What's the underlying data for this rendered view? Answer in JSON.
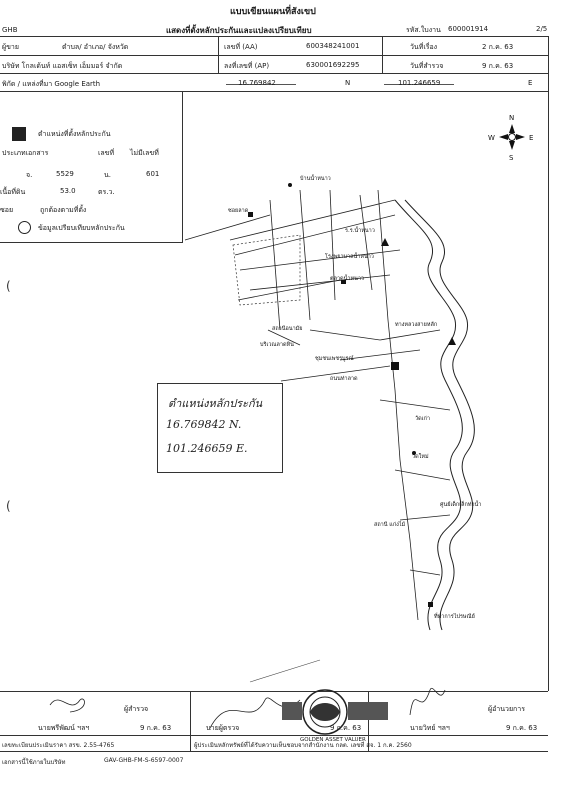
{
  "header": {
    "form_title": "แบบเขียนแผนที่สังเขป",
    "form_subtitle": "แสดงที่ตั้งหลักประกันและแปลงเปรียบเทียบ",
    "form_code_left": "GHB",
    "ref_label": "รหัส.ใบงาน",
    "ref_value": "600001914",
    "page": "2/5"
  },
  "info": {
    "row1": {
      "field1": "ผู้ขาย",
      "field1_value": "ตำบล/ อำเภอ/ จังหวัด",
      "field2_label": "เลขที่ (AA)",
      "field2_value": "600348241001",
      "field3_label": "วันที่เรื่อง",
      "field3_value": "2 ก.ค. 63"
    },
    "row2": {
      "field1": "บริษัท โกลเด้นท์ แอสเซ็ท เอ็มมอร์ จำกัด",
      "field2_label": "ลงที่เลขที่ (AP)",
      "field2_value": "630001692295",
      "field3_label": "วันที่สำรวจ",
      "field3_value": "9 ก.ค. 63"
    },
    "row3": {
      "field1": "พิกัด / แหล่งที่มา Google Earth",
      "lat_value": "16.769842",
      "lat_dir": "N",
      "lon_value": "101.246659",
      "lon_dir": "E"
    }
  },
  "legend": {
    "title": "ตำแหน่งที่ตั้งหลักประกัน",
    "headers": [
      "ประเภทเอกสาร",
      "เลขที่",
      "ไม่มีเลขที่"
    ],
    "row1": [
      "จ.",
      "5529",
      "น.",
      "601"
    ],
    "row2_label": "เนื้อที่ดิน",
    "row2_value": "53.0",
    "row2_unit": "ตร.ว.",
    "row3_label": "ซอย",
    "row3_value": "ถูกต้องตามที่ตั้ง",
    "comparison": "ข้อมูลเปรียบเทียบหลักประกัน"
  },
  "map": {
    "labels": [
      "บ้านน้ำหนาว",
      "ซอยลาด",
      "ร.ร.น้ำหนาว",
      "โรงพยาบาลน้ำหนาว",
      "ตลาดน้ำหนาว",
      "สถานีอนามัย",
      "บริเวณลาดหิน",
      "ทางหลวงสายหลัก",
      "ชุมชนเพชรบูรณ์",
      "ถนนท่าลาด",
      "วัดเก่า",
      "วัดใหม่",
      "สถานี แก่งไม้",
      "ศูนย์เด็กเล็กท่าน้ำ",
      "ที่ทำการไปรษณีย์"
    ],
    "compass": {
      "n": "N",
      "s": "S",
      "e": "E",
      "w": "W"
    },
    "handwritten": {
      "line1": "ตำแหน่งหลักประกัน",
      "line2": "16.769842 N.",
      "line3": "101.246659 E."
    }
  },
  "footer": {
    "sign1_role": "ผู้สำรวจ",
    "sign1_name": "นายพรีพัฒน์ ฯลฯ",
    "sign1_date": "9 ก.ค. 63",
    "sign2_role": "นายผู้ตรวจ",
    "sign2_date": "9 ก.ค. 63",
    "sign3_role": "ผู้อำนวยการ",
    "sign3_name": "นายวิทย์ ฯลฯ",
    "sign3_date": "9 ก.ค. 63",
    "license_left": "เลขทะเบียนประเมินราคา สรข. 2.55-4765",
    "license_mid": "ผู้ประเมินหลักทรัพย์ที่ได้รับความเห็นชอบจากสำนักงาน กลต. เลขที่ สจ. 1 ก.ค. 2560",
    "bottom_left": "เอกสารนี้ใช้ภายในบริษัท",
    "bottom_code": "GAV-GHB-FM-S-6597-0007",
    "stamp_text": "GOLDEN ASSET VALUER"
  }
}
